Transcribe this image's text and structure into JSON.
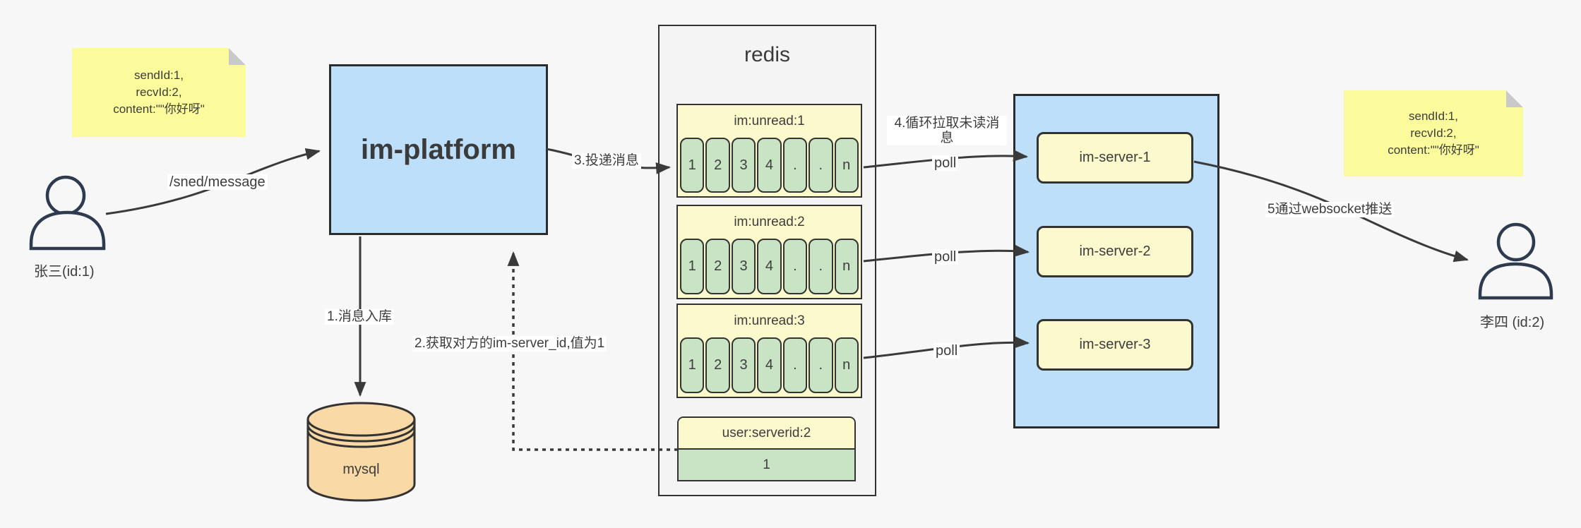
{
  "colors": {
    "bg": "#f7f7f7",
    "panel_blue": "#BDDFF9",
    "note_yellow": "#FBFB9B",
    "box_yellow": "#FCF9CD",
    "cell_green": "#C9E4C5",
    "db_orange": "#F9D9A6",
    "redis_bg": "#F4F4F4",
    "border_dark": "#2b2b2b",
    "line": "#3a3a3a",
    "person": "#2E3A4F",
    "fold_gray": "#c9c9c9",
    "text": "#3d3d3d"
  },
  "notes": {
    "left": {
      "lines": [
        "sendId:1,",
        "recvId:2,",
        "content:\"\"你好呀\""
      ]
    },
    "right": {
      "lines": [
        "sendId:1,",
        "recvId:2,",
        "content:\"\"你好呀\""
      ]
    }
  },
  "actors": {
    "sender": {
      "name": "张三(id:1)"
    },
    "receiver": {
      "name": "李四 (id:2)"
    }
  },
  "platform": {
    "label": "im-platform"
  },
  "database": {
    "label": "mysql"
  },
  "redis": {
    "title": "redis",
    "lists": [
      {
        "label": "im:unread:1",
        "cells": [
          "1",
          "2",
          "3",
          "4",
          ".",
          ".",
          "n"
        ]
      },
      {
        "label": "im:unread:2",
        "cells": [
          "1",
          "2",
          "3",
          "4",
          ".",
          ".",
          "n"
        ]
      },
      {
        "label": "im:unread:3",
        "cells": [
          "1",
          "2",
          "3",
          "4",
          ".",
          ".",
          "n"
        ]
      }
    ],
    "kv": {
      "key": "user:serverid:2",
      "value": "1"
    }
  },
  "servers": [
    {
      "label": "im-server-1"
    },
    {
      "label": "im-server-2"
    },
    {
      "label": "im-server-3"
    }
  ],
  "labels": {
    "send_api": "/sned/message",
    "step1": "1.消息入库",
    "step2": "2.获取对方的im-server_id,值为1",
    "step3": "3.投递消息",
    "step4": "4.循环拉取未读消息",
    "step5": "5通过websocket推送",
    "polls": [
      "poll",
      "poll",
      "poll"
    ]
  }
}
